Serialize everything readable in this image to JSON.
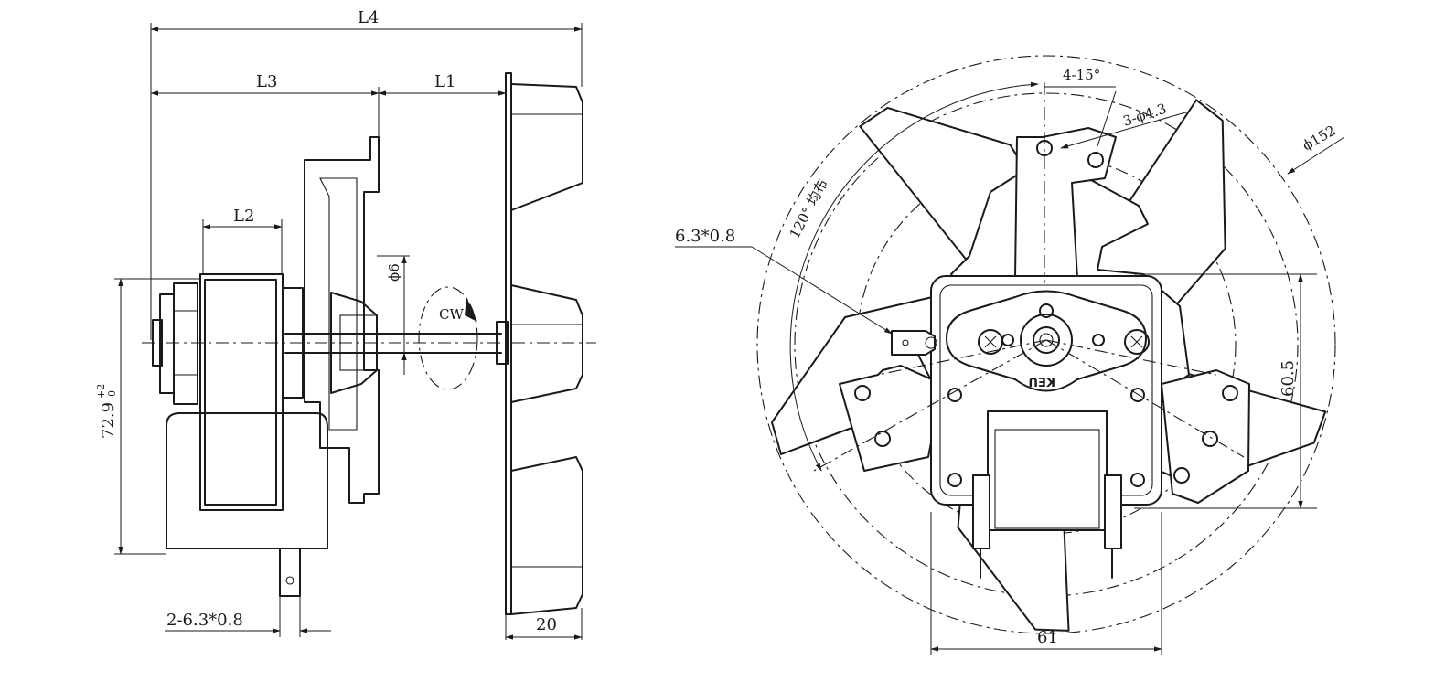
{
  "side_view": {
    "dims": {
      "L4": "L4",
      "L3": "L3",
      "L1": "L1",
      "L2": "L2",
      "shaft": "ϕ6",
      "height": "72.9",
      "height_tol_upper": "+2",
      "height_tol_lower": "0",
      "terminal": "2-6.3*0.8",
      "blade_depth": "20"
    },
    "rotation": "CW"
  },
  "front_view": {
    "dims": {
      "slot_angle": "4-15°",
      "holes": "3-ϕ4.3",
      "fan_dia": "ϕ152",
      "spacing": "120° 均布",
      "terminal": "6.3*0.8",
      "height": "60.5",
      "width": "61"
    },
    "label": "KEU"
  },
  "colors": {
    "line": "#1a1a1a",
    "background": "#ffffff"
  }
}
